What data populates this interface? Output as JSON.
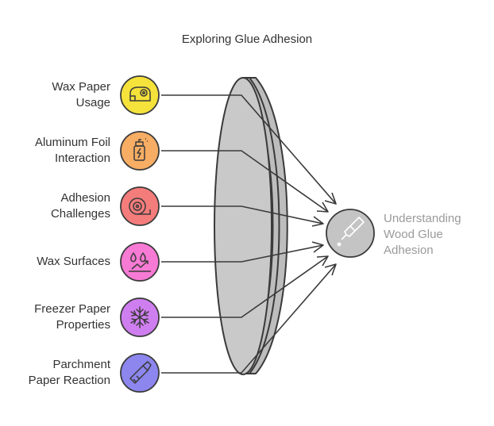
{
  "title": "Exploring Glue Adhesion",
  "inputs": [
    {
      "line1": "Wax Paper",
      "line2": "Usage",
      "icon": "tape-dispenser-icon",
      "fill": "#f5e23a"
    },
    {
      "line1": "Aluminum Foil",
      "line2": "Interaction",
      "icon": "spray-can-icon",
      "fill": "#f7ad63"
    },
    {
      "line1": "Adhesion",
      "line2": "Challenges",
      "icon": "tape-roll-icon",
      "fill": "#f47c7b"
    },
    {
      "line1": "Wax Surfaces",
      "line2": "",
      "icon": "water-drops-icon",
      "fill": "#f77ad4"
    },
    {
      "line1": "Freezer Paper",
      "line2": "Properties",
      "icon": "snowflake-icon",
      "fill": "#cf7ef0"
    },
    {
      "line1": "Parchment",
      "line2": "Paper Reaction",
      "icon": "utility-knife-icon",
      "fill": "#8c86ee"
    }
  ],
  "target": {
    "line1": "Understanding",
    "line2": "Wood Glue",
    "line3": "Adhesion",
    "icon": "glue-bottle-icon",
    "fill": "#c4c4c4"
  },
  "colors": {
    "lens": "#c9c9c9",
    "stroke": "#3a3a3a",
    "text": "#333333",
    "target_text": "#9a9a9a"
  }
}
